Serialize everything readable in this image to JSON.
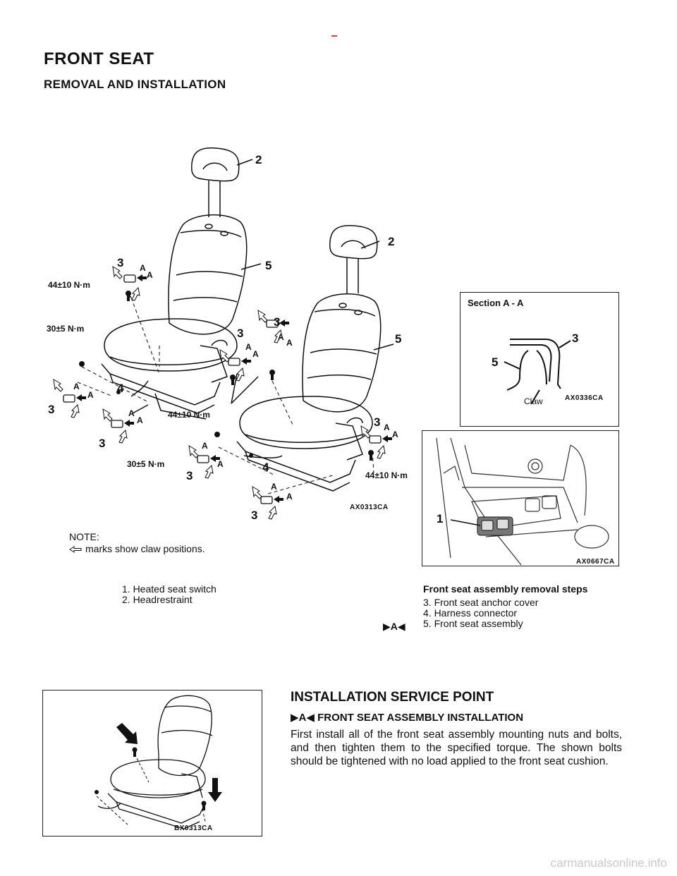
{
  "page": {
    "title": "FRONT  SEAT",
    "subtitle": "REMOVAL  AND  INSTALLATION"
  },
  "diagram": {
    "image_code": "AX0313CA",
    "torque_44": "44±10  N·m",
    "torque_30": "30±5  N·m",
    "callout_letter": "A",
    "numbers": {
      "n1": "1",
      "n2": "2",
      "n3": "3",
      "n4": "4",
      "n5": "5"
    }
  },
  "note": {
    "heading": "NOTE:",
    "text": "marks show claw positions."
  },
  "section_view": {
    "title": "Section  A  -  A",
    "claw_label": "Claw",
    "image_code": "AX0336CA"
  },
  "photo": {
    "image_code": "AX0667CA"
  },
  "legend": {
    "left": [
      "1.  Heated  seat  switch",
      "2.  Headrestraint"
    ],
    "right_heading": "Front seat assembly removal steps",
    "right": [
      "3.  Front  seat  anchor  cover",
      "4.  Harness  connector",
      "5.  Front  seat  assembly"
    ],
    "marker": "▶A◀"
  },
  "service": {
    "heading": "INSTALLATION SERVICE POINT",
    "sub": "▶A◀ FRONT  SEAT  ASSEMBLY  INSTALLATION",
    "body": "First install all of the front seat assembly mounting nuts and bolts, and then tighten them to the specified torque. The shown bolts should be tightened with no load applied to the front seat cushion.",
    "image_code": "BX0313CA"
  },
  "watermark": "carmanualsonline.info"
}
